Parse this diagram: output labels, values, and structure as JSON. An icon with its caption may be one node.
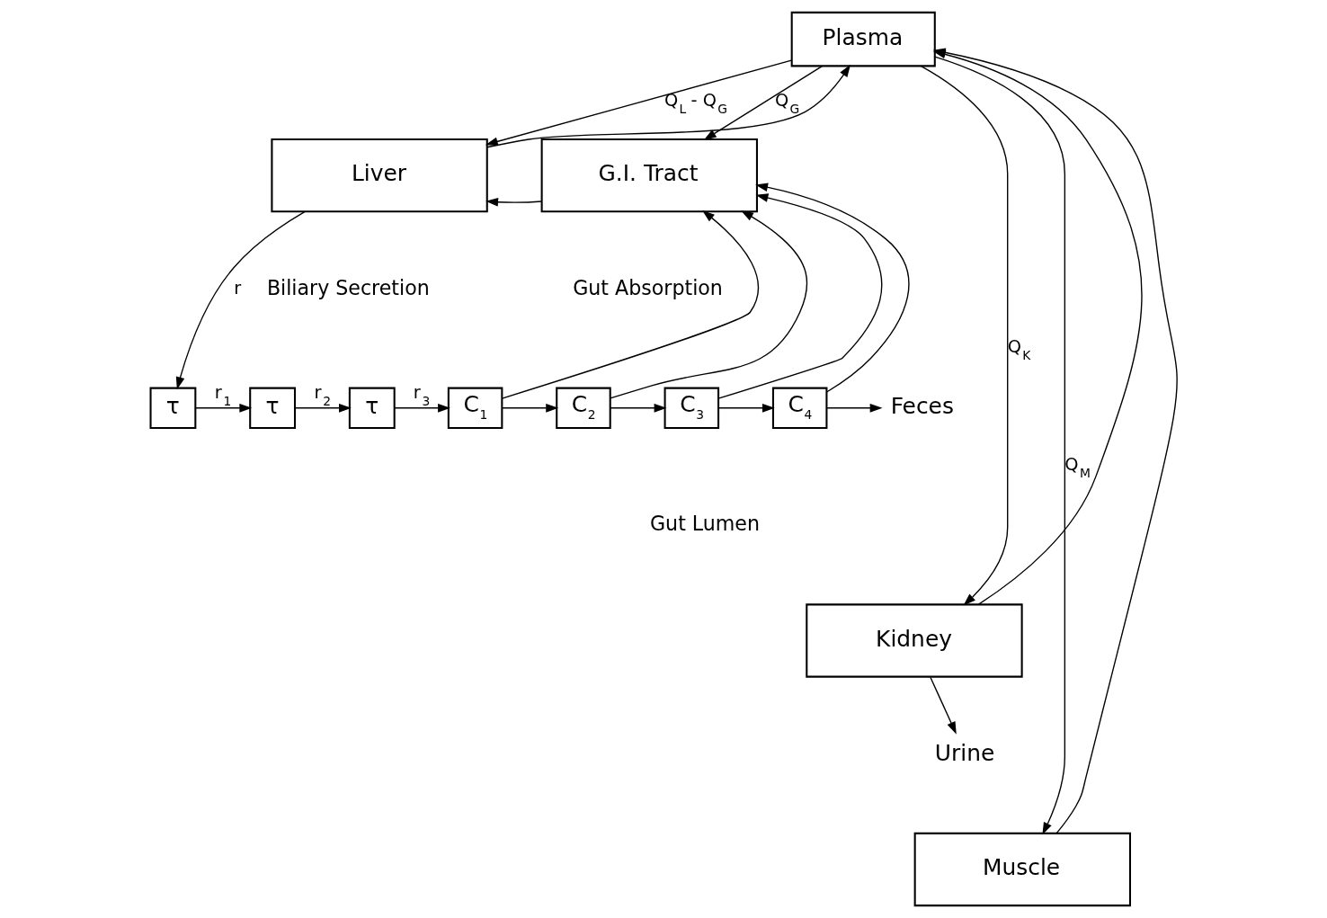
{
  "diagram": {
    "nodes": [
      {
        "text": [
          "Plasma"
        ]
      },
      {
        "text": [
          "Liver"
        ]
      },
      {
        "text": [
          "G.I. Tract"
        ]
      },
      {
        "text": [
          "τ"
        ]
      },
      {
        "text": [
          "τ"
        ]
      },
      {
        "text": [
          "τ"
        ]
      },
      {
        "text": [
          "C$_{1}$"
        ]
      },
      {
        "text": [
          "C$_{2}$"
        ]
      },
      {
        "text": [
          "C$_{3}$"
        ]
      },
      {
        "text": [
          "C$_{4}$"
        ]
      },
      {
        "text": [
          "Feces"
        ]
      },
      {
        "text": [
          "Kidney"
        ]
      },
      {
        "text": [
          "Urine"
        ]
      },
      {
        "text": [
          "Muscle"
        ]
      }
    ],
    "edges": [
      {
        "from": 0,
        "to": 1,
        "arrow": "to",
        "label": "Q$_{L}$ - Q$_{G}$"
      },
      {
        "from": 0,
        "to": 2,
        "arrow": "to",
        "label": "Q$_{G}$"
      },
      {
        "from": 0,
        "to": 11,
        "arrow": "to",
        "label": "Q$_{K}$"
      },
      {
        "from": 0,
        "to": 13,
        "arrow": "to",
        "label": "Q$_{M}$"
      },
      {
        "from": 2,
        "to": 1,
        "arrow": "to"
      },
      {
        "from": 1,
        "to": 0,
        "arrow": "to"
      },
      {
        "from": 11,
        "to": 0,
        "arrow": "to"
      },
      {
        "from": 13,
        "to": 0,
        "arrow": "to"
      },
      {
        "from": 1,
        "to": 3,
        "arrow": "to",
        "label": "r"
      },
      {
        "from": 3,
        "to": 4,
        "arrow": "to",
        "label": "r$_{1}$"
      },
      {
        "from": 4,
        "to": 5,
        "arrow": "to",
        "label": "r$_{2}$"
      },
      {
        "from": 5,
        "to": 6,
        "arrow": "to",
        "label": "r$_{3}$"
      },
      {
        "from": 6,
        "to": 7,
        "arrow": "to"
      },
      {
        "from": 7,
        "to": 8,
        "arrow": "to"
      },
      {
        "from": 8,
        "to": 9,
        "arrow": "to"
      },
      {
        "from": 9,
        "to": 10,
        "arrow": "to"
      },
      {
        "from": 6,
        "to": 2,
        "arrow": "to"
      },
      {
        "from": 7,
        "to": 2,
        "arrow": "to"
      },
      {
        "from": 8,
        "to": 2,
        "arrow": "to"
      },
      {
        "from": 9,
        "to": 2,
        "arrow": "to"
      },
      {
        "from": 11,
        "to": 12,
        "arrow": "to"
      }
    ],
    "labels": [
      "Biliary Secretion",
      "Gut Absorption",
      "Gut Lumen"
    ]
  }
}
